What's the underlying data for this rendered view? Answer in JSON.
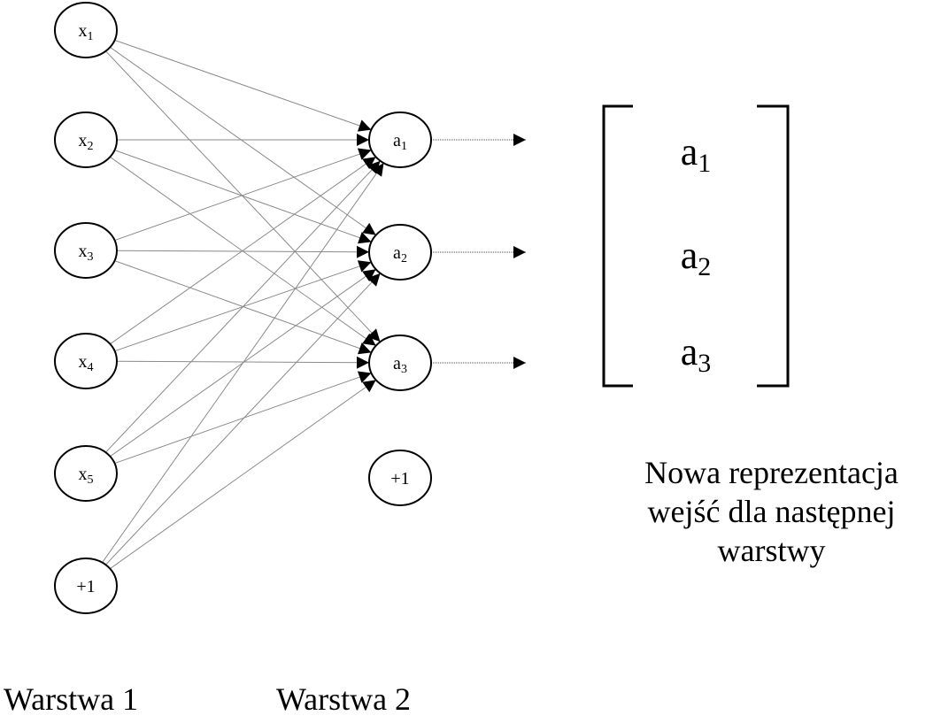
{
  "diagram": {
    "input_layer": {
      "label": "Warstwa 1",
      "nodes": [
        {
          "base": "x",
          "sub": "1"
        },
        {
          "base": "x",
          "sub": "2"
        },
        {
          "base": "x",
          "sub": "3"
        },
        {
          "base": "x",
          "sub": "4"
        },
        {
          "base": "x",
          "sub": "5"
        },
        {
          "base": "+1",
          "sub": ""
        }
      ]
    },
    "hidden_layer": {
      "label": "Warstwa 2",
      "nodes": [
        {
          "base": "a",
          "sub": "1"
        },
        {
          "base": "a",
          "sub": "2"
        },
        {
          "base": "a",
          "sub": "3"
        },
        {
          "base": "+1",
          "sub": ""
        }
      ]
    },
    "output_vector": [
      {
        "base": "a",
        "sub": "1"
      },
      {
        "base": "a",
        "sub": "2"
      },
      {
        "base": "a",
        "sub": "3"
      }
    ],
    "caption_lines": [
      "Nowa reprezentacja",
      "wejść dla następnej",
      "warstwy"
    ],
    "connections": "every input node (x1..x5, +1) connects to every hidden unit a1..a3; each a_i has an output arrow",
    "colors": {
      "edge": "#8a8a8a",
      "node_stroke": "#000000",
      "arrowhead": "#000000"
    }
  }
}
